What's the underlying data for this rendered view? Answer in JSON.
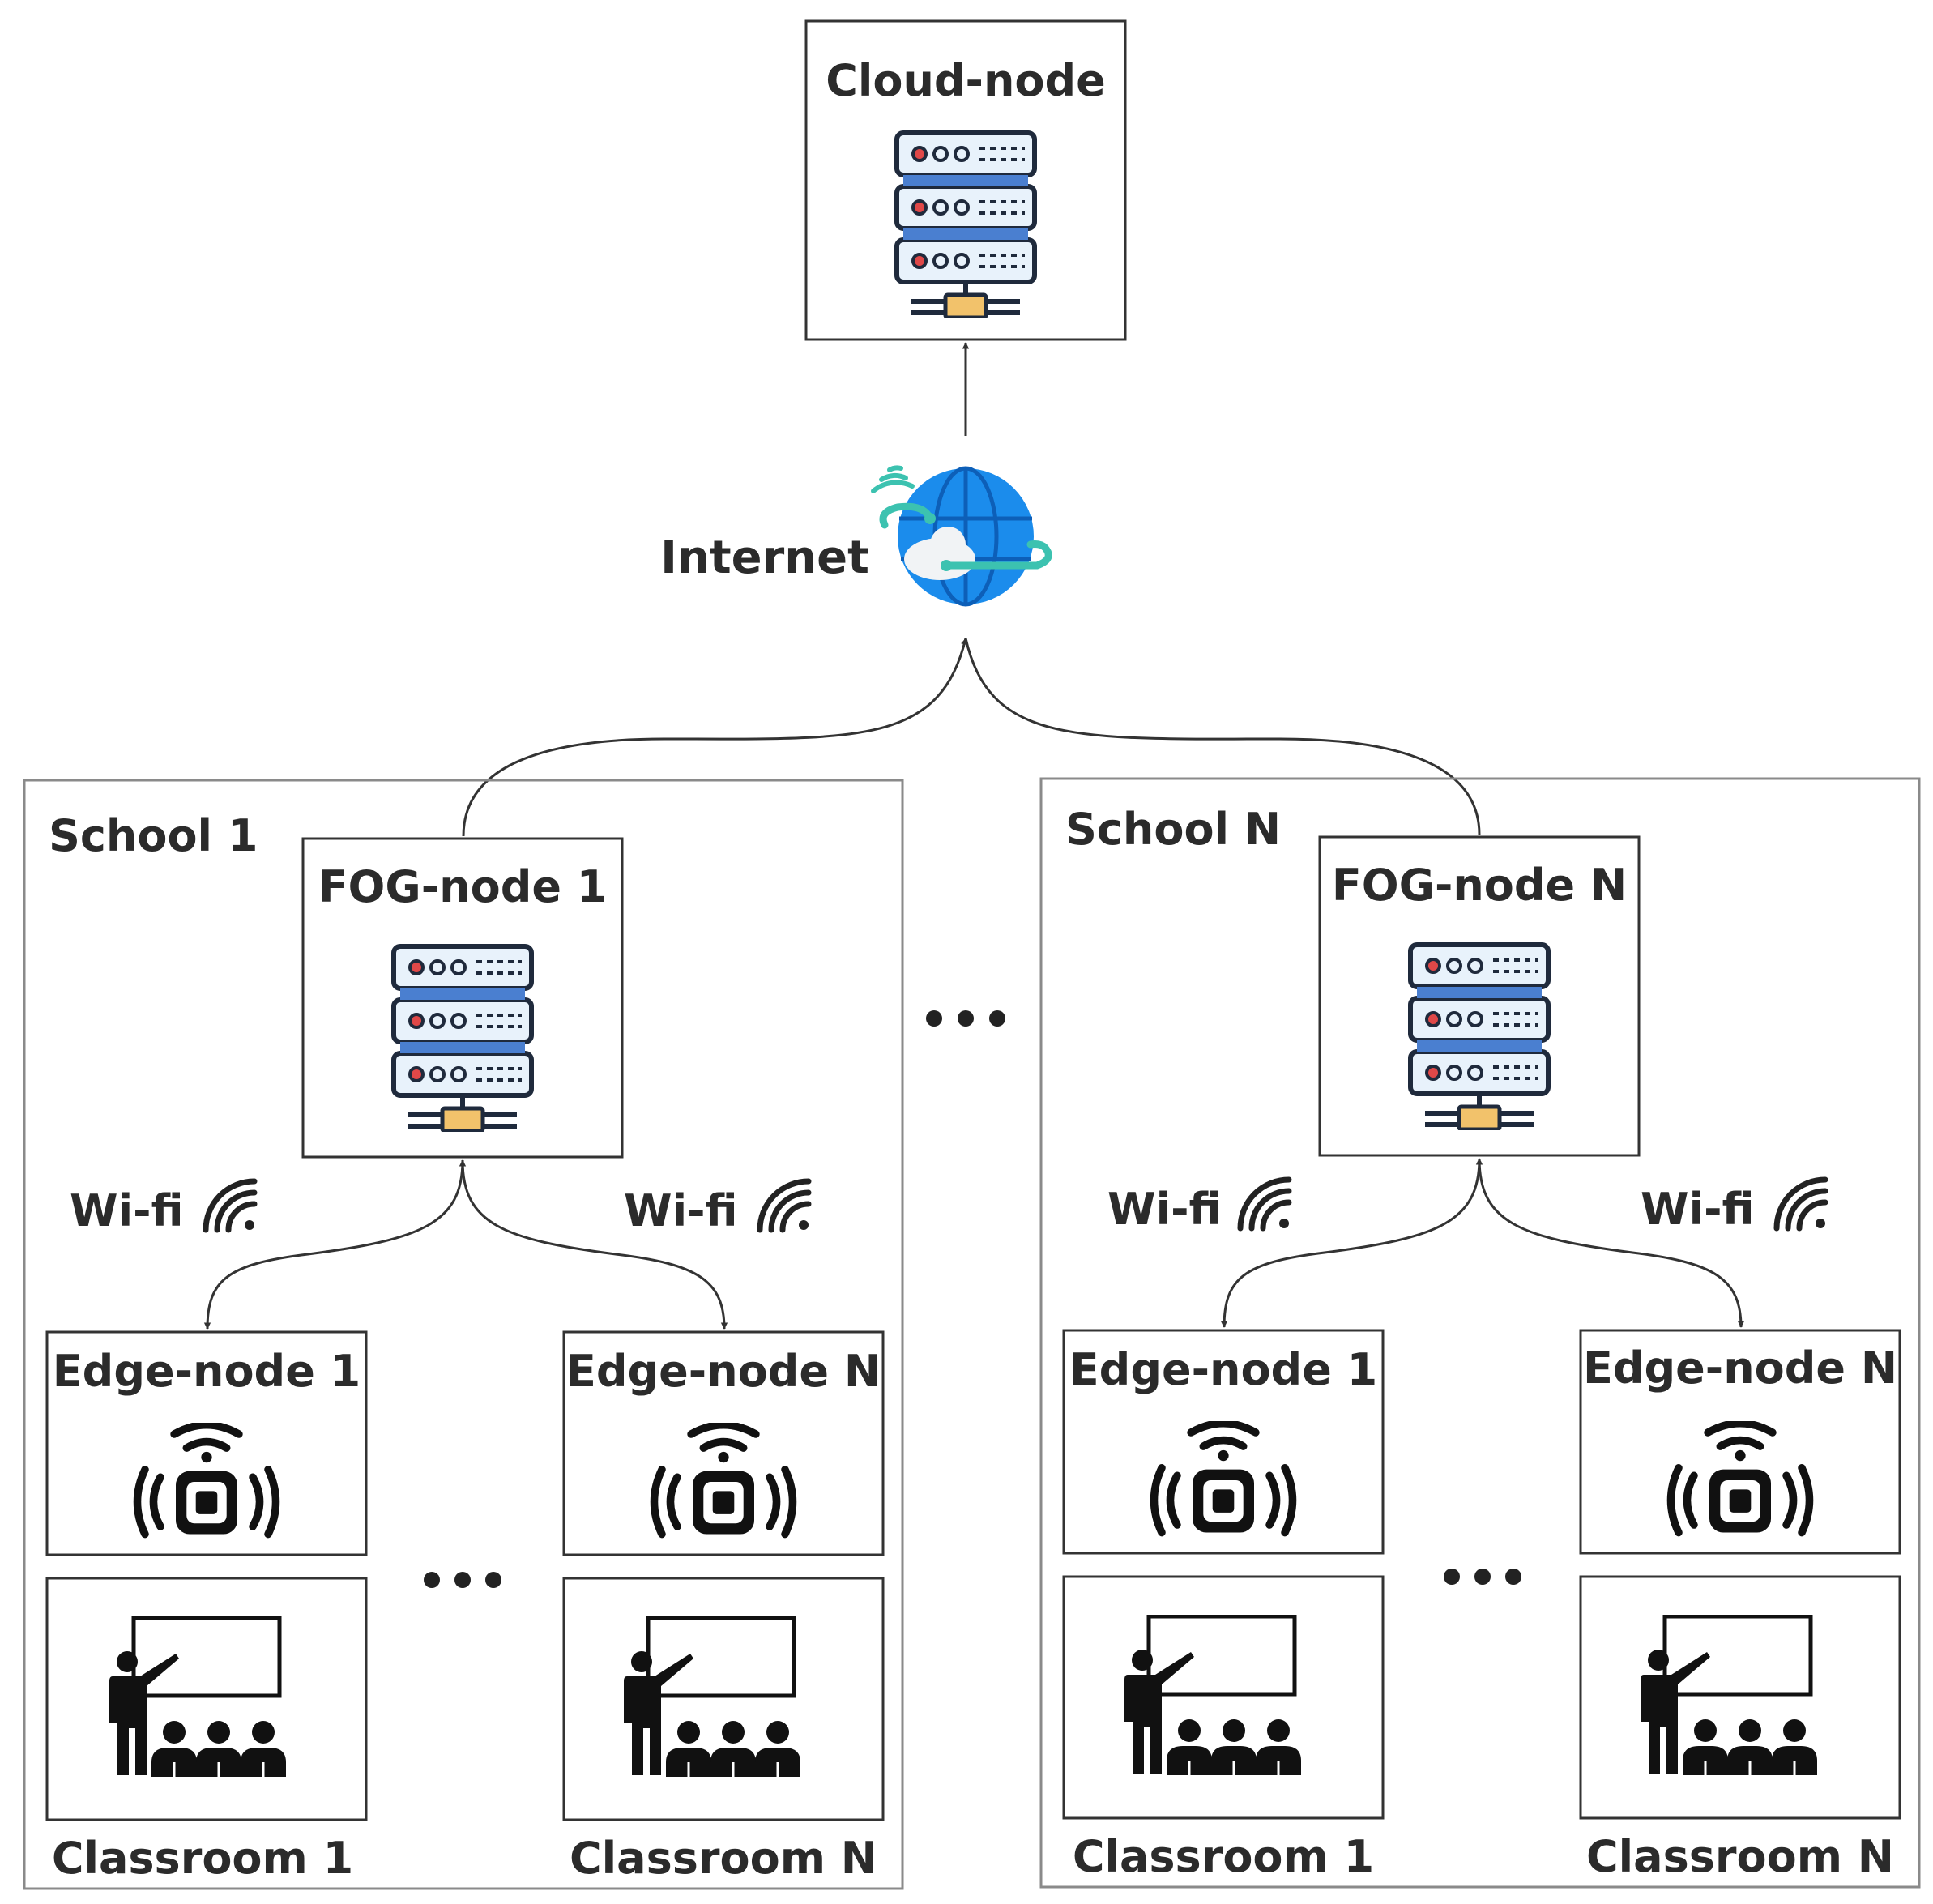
{
  "cloud": {
    "label": "Cloud-node",
    "icon": "server-rack-icon"
  },
  "internet": {
    "label": "Internet",
    "icon": "globe-icon"
  },
  "schools": [
    {
      "label": "School 1",
      "fog": {
        "label": "FOG-node 1"
      },
      "wifi_left": "Wi-fi",
      "wifi_right": "Wi-fi",
      "edge_left": "Edge-node 1",
      "edge_right": "Edge-node N",
      "class_left": "Classroom 1",
      "class_right": "Classroom N"
    },
    {
      "label": "School N",
      "fog": {
        "label": "FOG-node N"
      },
      "wifi_left": "Wi-fi",
      "wifi_right": "Wi-fi",
      "edge_left": "Edge-node 1",
      "edge_right": "Edge-node N",
      "class_left": "Classroom 1",
      "class_right": "Classroom N"
    }
  ],
  "colors": {
    "border_dark": "#333333",
    "border_light": "#8a8a8a",
    "server_outline": "#1f2a3c",
    "server_fill": "#e8f2fb",
    "server_band": "#4a7fd0",
    "server_led": "#e04848",
    "server_connector": "#f2c26b",
    "globe_blue": "#1b8cec",
    "globe_teal": "#3cc2b0",
    "cloud_white": "#f1f3f5"
  }
}
